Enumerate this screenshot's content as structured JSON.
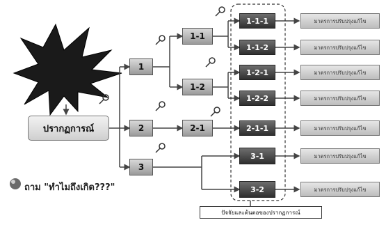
{
  "diagram": {
    "phenomenon_label": "ปรากฏการณ์",
    "level1": [
      "1",
      "2",
      "3"
    ],
    "level2": [
      "1-1",
      "1-2",
      "2-1"
    ],
    "level3": [
      "1-1-1",
      "1-1-2",
      "1-2-1",
      "1-2-2",
      "2-1-1",
      "3-1",
      "3-2"
    ],
    "measure_label": "มาตรการปรับปรุงแก้ไข",
    "note_label": "ปัจจัยและต้นตอของปรากฏการณ์",
    "ask_text": "ถาม \"ทำไมถึงเกิด???\""
  },
  "colors": {
    "dark_box": "#3a3a3a",
    "light_box": "#b3b3b3",
    "measure_box": "#cfcfcf",
    "arrow": "#444444",
    "explosion": "#1a1a1a"
  },
  "icons": [
    "explosion-icon",
    "magnifier-icon",
    "bullet-icon"
  ]
}
